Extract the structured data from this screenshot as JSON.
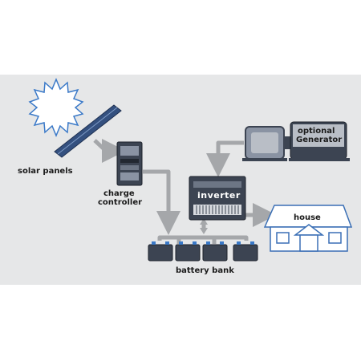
{
  "labels": {
    "solar_panels": "solar panels",
    "charge_controller_line1": "charge",
    "charge_controller_line2": "controller",
    "inverter": "inverter",
    "battery_bank": "battery bank",
    "house": "house",
    "generator_line1": "optional",
    "generator_line2": "Generator"
  },
  "colors": {
    "background_panel": "#e6e7e8",
    "connector": "#a5a7aa",
    "device_dark": "#3c4452",
    "sun_blue": "#3a79c8",
    "panel_blue": "#34507f",
    "house_outline": "#3a6fb5"
  }
}
